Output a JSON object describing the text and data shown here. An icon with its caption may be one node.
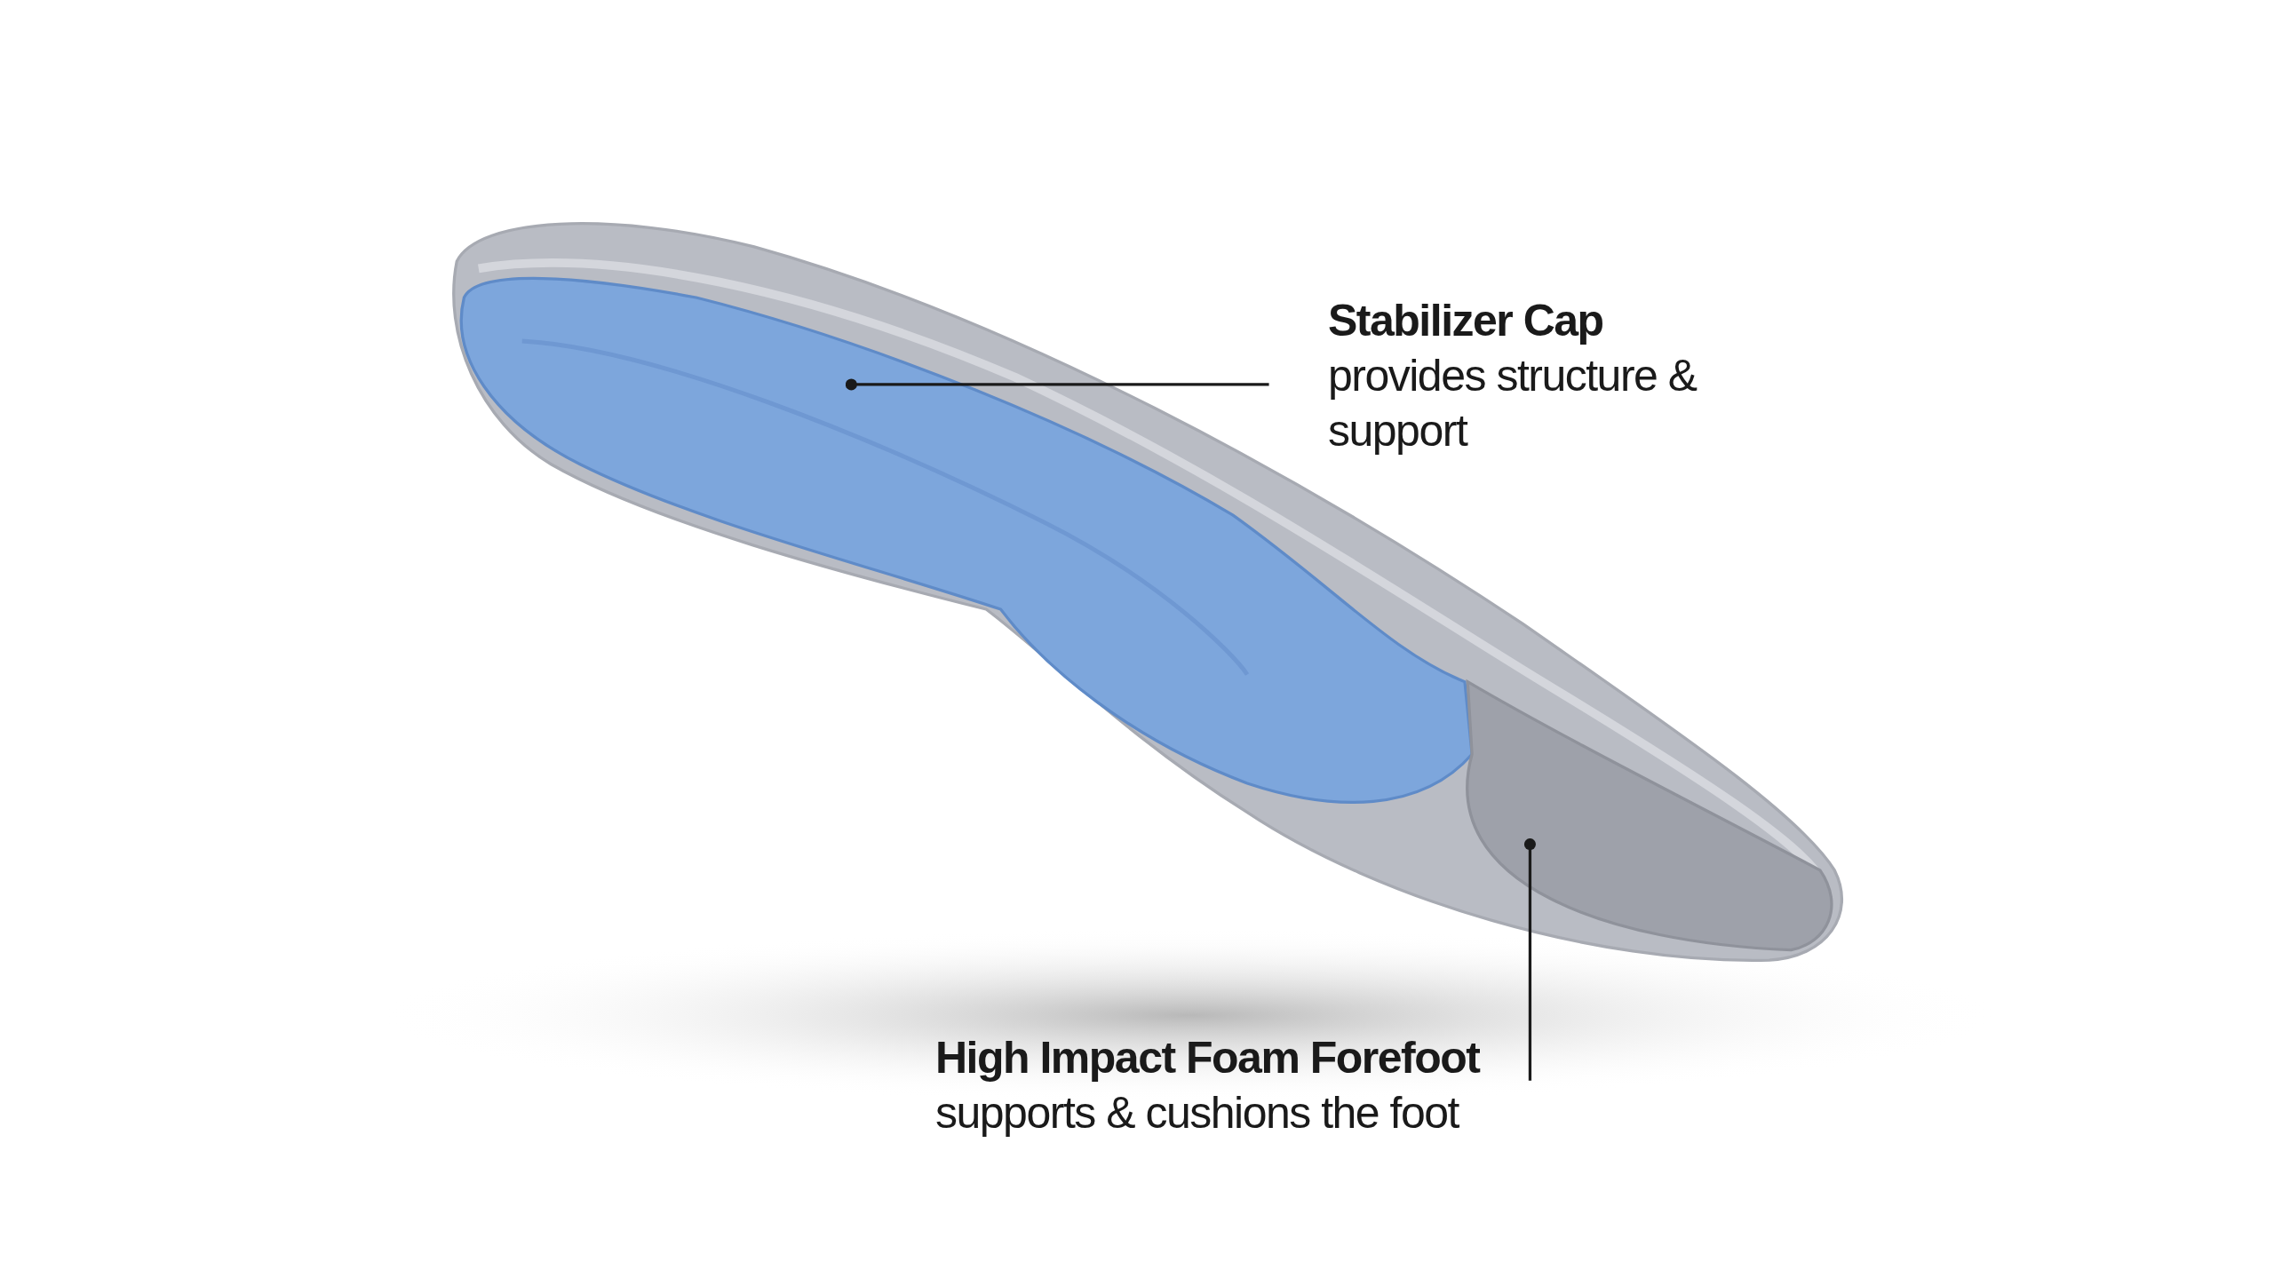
{
  "diagram": {
    "nodes": [
      {
        "text": [
          "Stabilizer Cap",
          "provides structure & support"
        ]
      },
      {
        "text": [],
        "shape": "picture"
      },
      {
        "text": [
          "High Impact Foam Forefoot",
          "supports & cushions the foot"
        ]
      },
      {
        "text": [],
        "shape": "picture"
      }
    ],
    "edges": [
      {
        "from": 0,
        "to": 1,
        "arrow": "other"
      },
      {
        "from": 2,
        "to": 3,
        "arrow": "other"
      }
    ]
  }
}
